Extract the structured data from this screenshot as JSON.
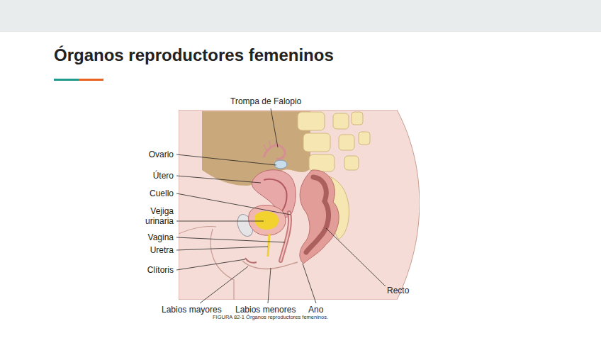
{
  "diagram": {
    "title": "Órganos reproductores femeninos",
    "caption": "FIGURA 82-1 Órganos reproductores femeninos.",
    "labels": [
      "Trompa de Falopio",
      "Ovario",
      "Útero",
      "Cuello",
      "Vejiga urinaria",
      "Vagina",
      "Uretra",
      "Clítoris",
      "Labios mayores",
      "Labios menores",
      "Ano",
      "Recto"
    ]
  }
}
